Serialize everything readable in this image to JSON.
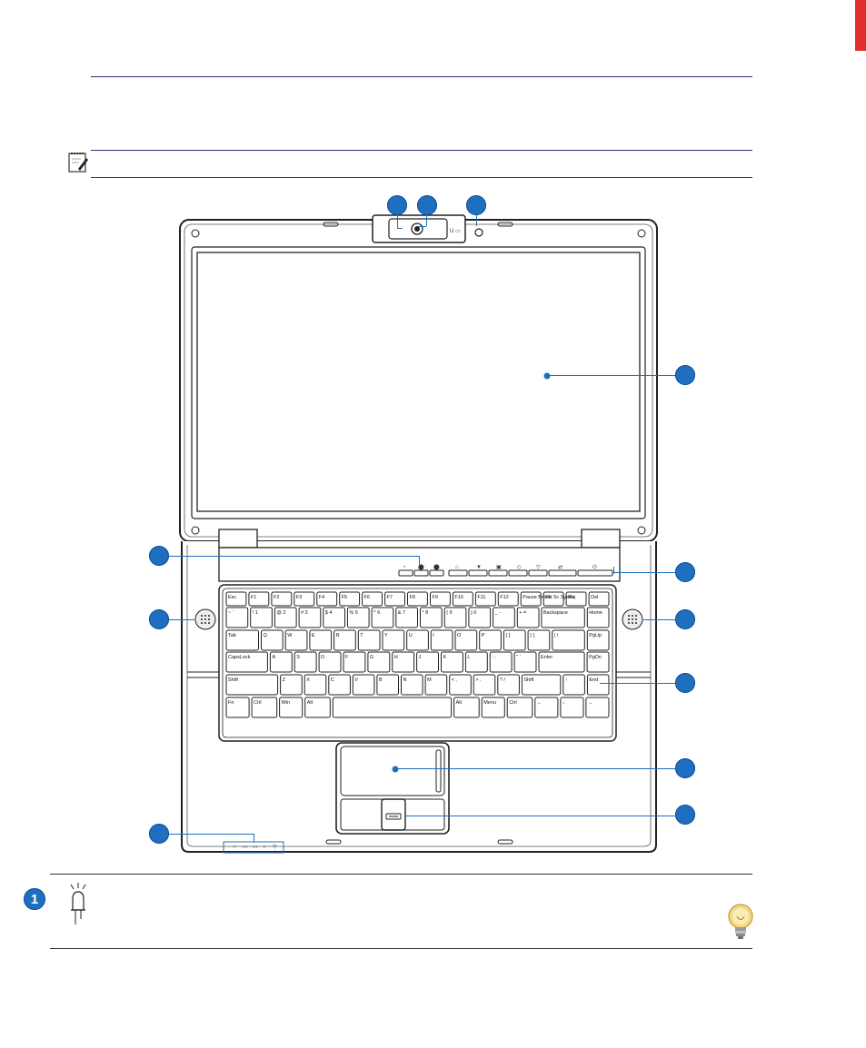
{
  "header": {
    "accent_color": "#e0322b",
    "rule_color": "#2b2f7a"
  },
  "note": {
    "icon": "pencil-note-icon",
    "text": ""
  },
  "diagram": {
    "callout_color": "#1f6fc1",
    "callouts": [
      {
        "id": "camera-indicator",
        "number": ""
      },
      {
        "id": "camera",
        "number": ""
      },
      {
        "id": "microphone",
        "number": ""
      },
      {
        "id": "display-panel",
        "number": ""
      },
      {
        "id": "power-switch",
        "number": ""
      },
      {
        "id": "instant-keys",
        "number": ""
      },
      {
        "id": "speaker-left",
        "number": ""
      },
      {
        "id": "speaker-right",
        "number": ""
      },
      {
        "id": "keyboard",
        "number": ""
      },
      {
        "id": "touchpad",
        "number": ""
      },
      {
        "id": "fingerprint-scanner",
        "number": ""
      },
      {
        "id": "status-indicators",
        "number": ""
      }
    ],
    "keyboard_rows": [
      [
        "Esc",
        "F1",
        "F2",
        "F3",
        "F4",
        "F5",
        "F6",
        "F7",
        "F8",
        "F9",
        "F10",
        "F11",
        "F12",
        "Pause Break",
        "Prt Sc SysRq",
        "Ins",
        "Del"
      ],
      [
        "~ `",
        "! 1",
        "@ 2",
        "# 3",
        "$ 4",
        "% 5",
        "^ 6",
        "& 7",
        "* 8",
        "( 9",
        ") 0",
        "_ -",
        "+ =",
        "Backspace",
        "Home"
      ],
      [
        "Tab",
        "Q",
        "W",
        "E",
        "R",
        "T",
        "Y",
        "U",
        "I",
        "O",
        "P",
        "{ [",
        "} ]",
        "| \\",
        "PgUp"
      ],
      [
        "CapsLock",
        "A",
        "S",
        "D",
        "F",
        "G",
        "H",
        "J",
        "K",
        "L",
        ": ;",
        "\" '",
        "Enter",
        "PgDn"
      ],
      [
        "Shift",
        "Z",
        "X",
        "C",
        "V",
        "B",
        "N",
        "M",
        "< ,",
        "> .",
        "? /",
        "Shift",
        "↑",
        "End"
      ],
      [
        "Fn",
        "Ctrl",
        "Win",
        "Alt",
        "",
        "Alt",
        "Menu",
        "Ctrl",
        "←",
        "↓",
        "→"
      ]
    ]
  },
  "tip": {
    "number": "1",
    "led_icon": "led-icon",
    "bulb_icon": "lightbulb-icon",
    "text": ""
  }
}
